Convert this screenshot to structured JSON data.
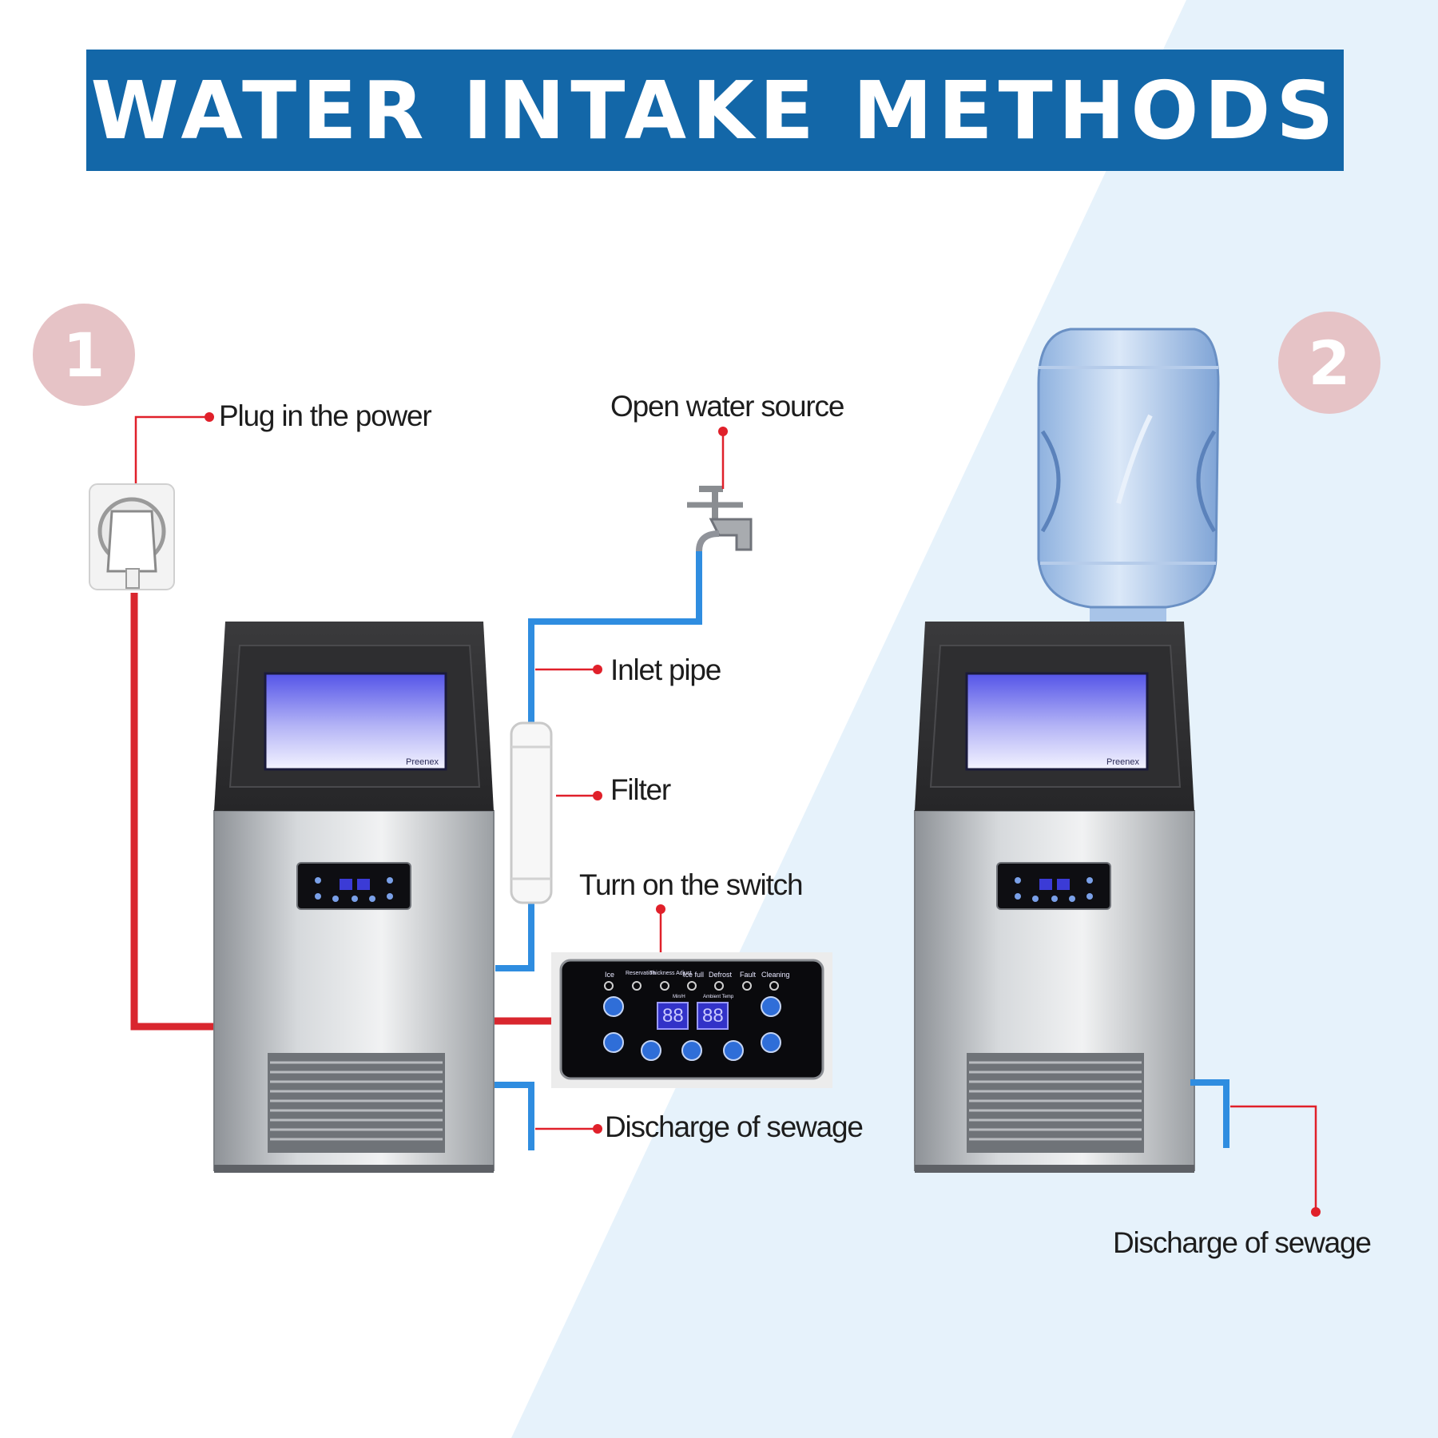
{
  "title": "WATER INTAKE METHODS",
  "steps": [
    "1",
    "2"
  ],
  "labels": {
    "plug_power": "Plug in the power",
    "open_water": "Open water source",
    "inlet_pipe": "Inlet pipe",
    "filter": "Filter",
    "turn_on": "Turn on the switch",
    "discharge_left": "Discharge of sewage",
    "discharge_right": "Discharge of sewage"
  },
  "brand": "Preenex",
  "panel": {
    "indicators": [
      "Ice",
      "Reservation",
      "Thickness Adjust",
      "Ice full",
      "Defrost",
      "Fault",
      "Cleaning"
    ],
    "displays": [
      "88",
      "88"
    ],
    "display_labels": [
      "Min/H",
      "Ambient Temp"
    ]
  },
  "colors": {
    "banner": "#1367a8",
    "power_line": "#d9262e",
    "water_line": "#2f8de0",
    "pointer": "#e0202a",
    "step_circle": "#e6c3c6",
    "background_right": "#e6f2fb"
  }
}
